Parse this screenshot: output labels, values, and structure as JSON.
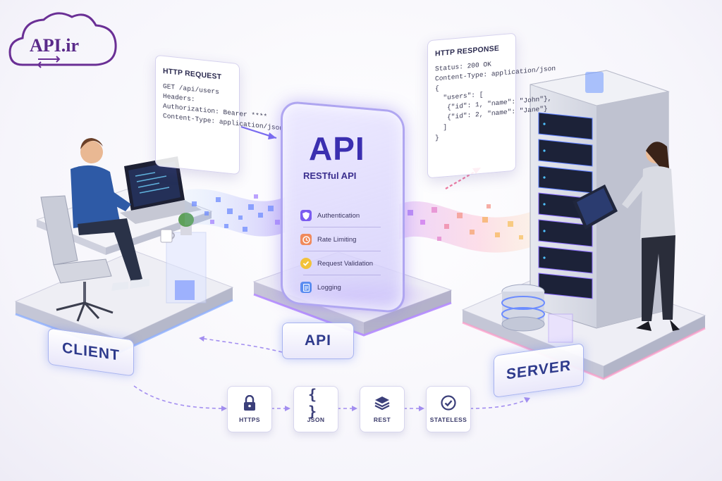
{
  "logo": {
    "text": "API.ir"
  },
  "request_card": {
    "title": "HTTP REQUEST",
    "lines": [
      "GET /api/users",
      "",
      "Headers:",
      "Authorization: Bearer ****",
      "Content-Type: application/json"
    ]
  },
  "response_card": {
    "title": "HTTP RESPONSE",
    "lines": [
      "Status: 200 OK",
      "Content-Type: application/json",
      "{",
      "  \"users\": [",
      "   {\"id\": 1, \"name\": \"John\"},",
      "   {\"id\": 2, \"name\": \"Jane\"}",
      "  ]",
      "}"
    ]
  },
  "api_panel": {
    "title": "API",
    "subtitle": "RESTful API",
    "features": [
      {
        "label": "Authentication",
        "icon": "shield-icon",
        "color": "#7b5cf0"
      },
      {
        "label": "Rate Limiting",
        "icon": "clock-icon",
        "color": "#f08a5c"
      },
      {
        "label": "Request Validation",
        "icon": "check-icon",
        "color": "#f2c23a"
      },
      {
        "label": "Logging",
        "icon": "document-icon",
        "color": "#5a8cf0"
      }
    ]
  },
  "labels": {
    "client": "CLIENT",
    "api": "API",
    "server": "SERVER"
  },
  "badges": [
    {
      "label": "HTTPS",
      "icon": "lock-icon"
    },
    {
      "label": "JSON",
      "icon": "braces-icon"
    },
    {
      "label": "REST",
      "icon": "layers-icon"
    },
    {
      "label": "STATELESS",
      "icon": "check-circle-icon"
    }
  ],
  "colors": {
    "accent": "#4b3fd0",
    "glow": "#8a7cf5",
    "server": "#c7cad6"
  }
}
